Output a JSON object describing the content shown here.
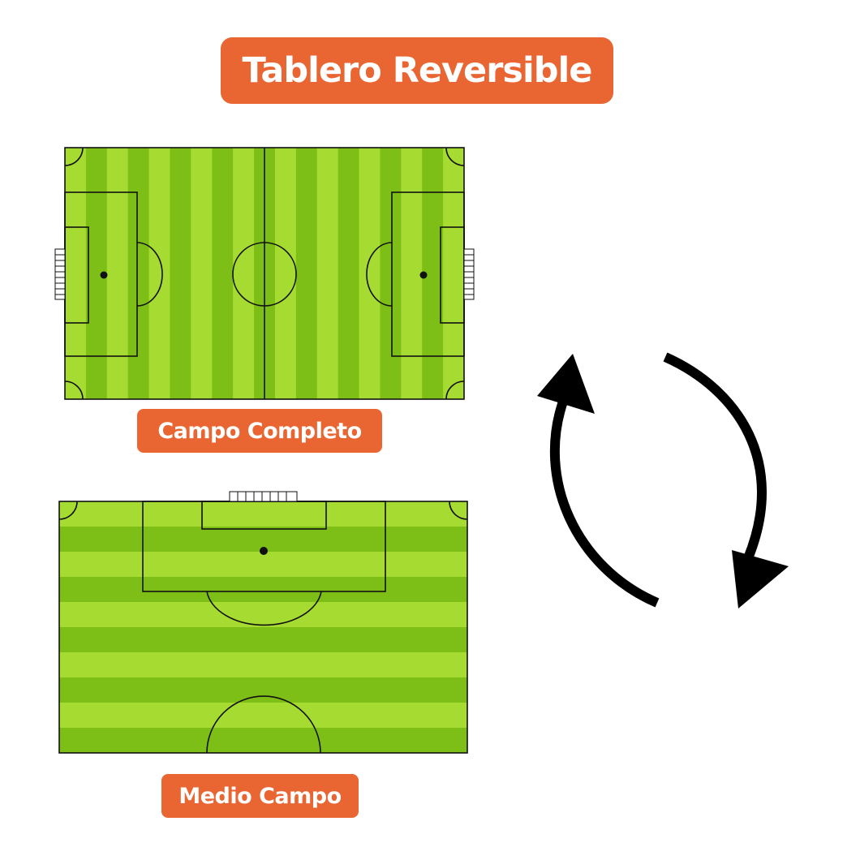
{
  "header": {
    "title": "Tablero Reversible"
  },
  "boards": {
    "full": {
      "label": "Campo Completo"
    },
    "half": {
      "label": "Medio Campo"
    }
  },
  "colors": {
    "badge": "#e96532",
    "badge_text": "#ffffff",
    "grass_light": "#a6dc31",
    "grass_dark": "#7dbf16",
    "pitch_lines": "#111111",
    "arrows": "#000000",
    "background": "#ffffff"
  },
  "icons": {
    "rotate": "rotate-arrows-icon"
  }
}
